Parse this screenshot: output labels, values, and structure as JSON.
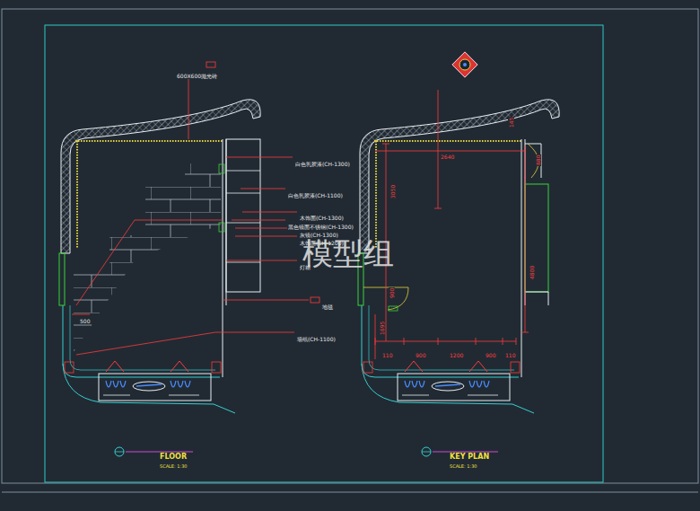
{
  "diagram": {
    "labels": [
      "600X600抛光砖",
      "白色乳胶漆(CH-1300)",
      "白色乳胶漆(CH-1100)",
      "木饰面(CH-1300)",
      "黑色镜面不锈钢(CH-1300)",
      "灰镜(CH-1300)",
      "木饰面(CH-1200)",
      "灯箱",
      "地毯",
      "墙纸(CH-1100)",
      "FLOOR",
      "SCALE: 1:30",
      "KEY PLAN",
      "SCALE: 1:30",
      "500",
      "2640",
      "880",
      "3050",
      "4800",
      "900",
      "110",
      "900",
      "1200",
      "900",
      "110",
      "1695",
      "145",
      "模型组"
    ]
  }
}
